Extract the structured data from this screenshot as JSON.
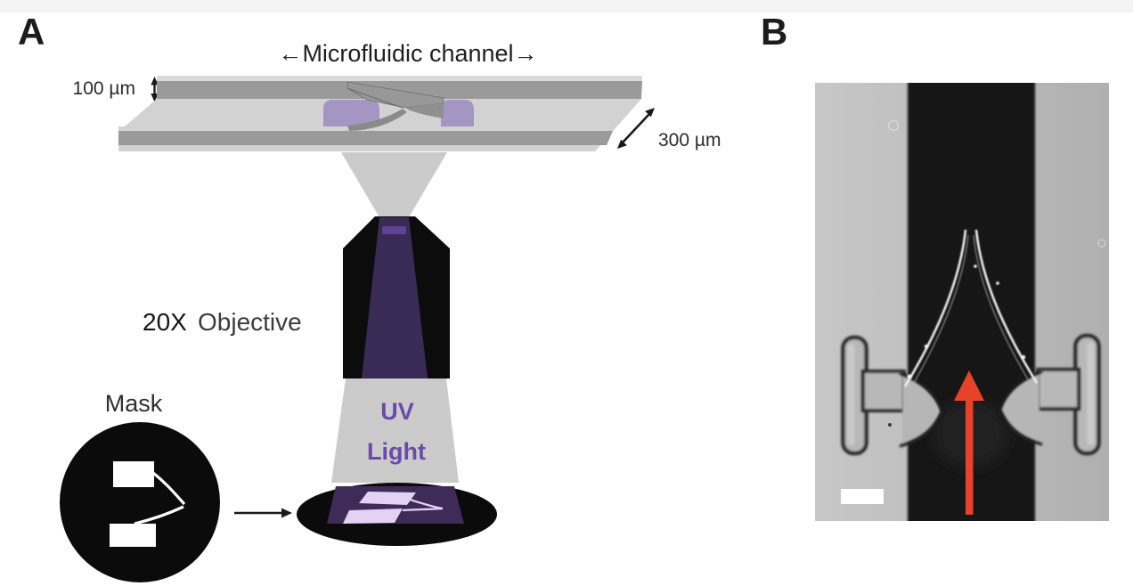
{
  "figure": {
    "panel_a": {
      "label": "A",
      "channel_label": "←Microfluidic channel→",
      "height_label": "100 µm",
      "depth_label": "300 µm",
      "objective_magnification": "20X",
      "objective_word": "Objective",
      "uv_label_line1": "UV",
      "uv_label_line2": "Light",
      "mask_label": "Mask"
    },
    "panel_b": {
      "label": "B"
    },
    "colors": {
      "uv_beam_purple": "#3a2a56",
      "uv_beam_highlight": "#5d4390",
      "uv_text_purple": "#6d49a9",
      "illumination_purple": "#a495c3",
      "projection_purple": "#3e2b58",
      "projection_lavender": "#e2d2f4",
      "light_cone_gray": "#cbcbcb",
      "slab_dark_gray": "#9a9a9a",
      "slab_light_gray": "#d2d2d2",
      "objective_black": "#0c0c0c",
      "mask_black": "#0b0b0b",
      "photo_channel_black": "#141414",
      "arrow_red": "#e8432a",
      "text_dark": "#1c1c1c"
    }
  }
}
